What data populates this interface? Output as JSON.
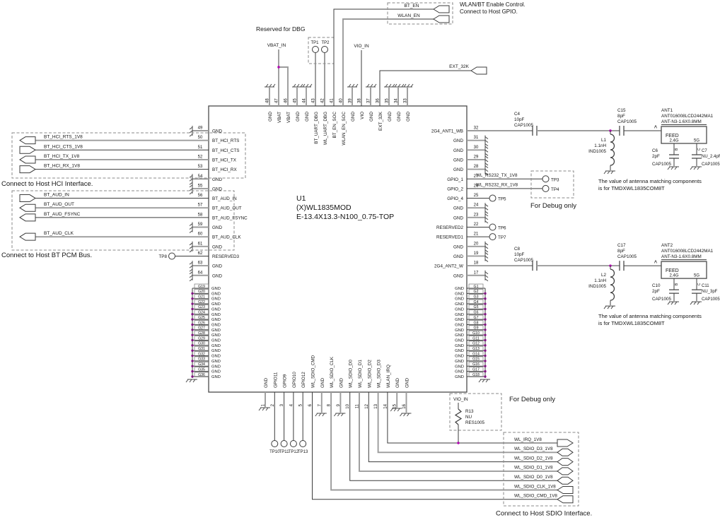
{
  "chip": {
    "refdes": "U1",
    "part": "(X)WL1835MOD",
    "footprint": "E-13.4X13.3-N100_0.75-TOP",
    "top_pins": [
      {
        "n": "48",
        "label": "GND"
      },
      {
        "n": "47",
        "label": "VBAT"
      },
      {
        "n": "46",
        "label": "VBAT"
      },
      {
        "n": "45",
        "label": "GND"
      },
      {
        "n": "44",
        "label": "GND"
      },
      {
        "n": "43",
        "label": "BT_UART_DBG"
      },
      {
        "n": "42",
        "label": "WL_UART_DBG"
      },
      {
        "n": "41",
        "label": "BT_EN_SOC"
      },
      {
        "n": "40",
        "label": "WLAN_EN_SOC"
      },
      {
        "n": "39",
        "label": "GND"
      },
      {
        "n": "38",
        "label": "VIO"
      },
      {
        "n": "37",
        "label": "GND"
      },
      {
        "n": "36",
        "label": "EXT_32K"
      },
      {
        "n": "35",
        "label": "GND"
      },
      {
        "n": "34",
        "label": "GND"
      },
      {
        "n": "33",
        "label": "GND"
      }
    ],
    "left_pins": [
      {
        "n": "49",
        "label": "GND"
      },
      {
        "n": "50",
        "label": "BT_HCI_RTS"
      },
      {
        "n": "51",
        "label": "BT_HCI_CTS"
      },
      {
        "n": "52",
        "label": "BT_HCI_TX"
      },
      {
        "n": "53",
        "label": "BT_HCI_RX"
      },
      {
        "n": "54",
        "label": "GND"
      },
      {
        "n": "55",
        "label": "GND"
      },
      {
        "n": "56",
        "label": "BT_AUD_IN"
      },
      {
        "n": "57",
        "label": "BT_AUD_OUT"
      },
      {
        "n": "58",
        "label": "BT_AUD_FSYNC"
      },
      {
        "n": "59",
        "label": "GND"
      },
      {
        "n": "60",
        "label": "BT_AUD_CLK"
      },
      {
        "n": "61",
        "label": "GND"
      },
      {
        "n": "62",
        "label": "RESERVED3"
      },
      {
        "n": "63",
        "label": "GND"
      },
      {
        "n": "64",
        "label": "GND"
      }
    ],
    "right_pins": [
      {
        "n": "32",
        "label": "2G4_ANT1_WB"
      },
      {
        "n": "31",
        "label": "GND"
      },
      {
        "n": "30",
        "label": "GND"
      },
      {
        "n": "29",
        "label": "GND"
      },
      {
        "n": "28",
        "label": "GND"
      },
      {
        "n": "27",
        "label": "GPIO_1"
      },
      {
        "n": "26",
        "label": "GPIO_2"
      },
      {
        "n": "25",
        "label": "GPIO_4"
      },
      {
        "n": "24",
        "label": "GND"
      },
      {
        "n": "23",
        "label": "GND"
      },
      {
        "n": "22",
        "label": "RESERVED2"
      },
      {
        "n": "21",
        "label": "RESERVED1"
      },
      {
        "n": "20",
        "label": "GND"
      },
      {
        "n": "19",
        "label": "GND"
      },
      {
        "n": "18",
        "label": "2G4_ANT2_W"
      },
      {
        "n": "17",
        "label": "GND"
      }
    ],
    "bottom_pins": [
      {
        "n": "1",
        "label": "GND"
      },
      {
        "n": "2",
        "label": "GPIO11"
      },
      {
        "n": "3",
        "label": "GPIO9"
      },
      {
        "n": "4",
        "label": "GPIO10"
      },
      {
        "n": "5",
        "label": "GPIO12"
      },
      {
        "n": "6",
        "label": "WL_SDIO_CMD"
      },
      {
        "n": "7",
        "label": "GND"
      },
      {
        "n": "8",
        "label": "WL_SDIO_CLK"
      },
      {
        "n": "9",
        "label": "GND"
      },
      {
        "n": "10",
        "label": "WL_SDIO_D0"
      },
      {
        "n": "11",
        "label": "WL_SDIO_D1"
      },
      {
        "n": "12",
        "label": "WL_SDIO_D2"
      },
      {
        "n": "13",
        "label": "WL_SDIO_D3"
      },
      {
        "n": "14",
        "label": "WLAN_IRQ"
      },
      {
        "n": "15",
        "label": "GND"
      },
      {
        "n": "16",
        "label": "GND"
      }
    ],
    "left_gnd_block": {
      "label": "GND",
      "pins": [
        "G19",
        "G20",
        "G21",
        "G22",
        "G23",
        "G24",
        "G25",
        "G26",
        "G27",
        "G28",
        "G29",
        "G30",
        "G31",
        "G32",
        "G33",
        "G34",
        "G35",
        "G36"
      ]
    },
    "right_gnd_block": {
      "label": "GND",
      "pins": [
        "G1",
        "G2",
        "G3",
        "G4",
        "G5",
        "G6",
        "G7",
        "G8",
        "G9",
        "G10",
        "G11",
        "G12",
        "G13",
        "G14",
        "G15",
        "G16",
        "G17",
        "G18"
      ]
    }
  },
  "power": {
    "vbat_in": "VBAT_IN",
    "vio_in_top": "VIO_IN",
    "vio_in_bottom": "VIO_IN"
  },
  "ports": {
    "bt_en": "BT_EN",
    "wlan_en": "WLAN_EN",
    "ext_32k": "EXT_32K",
    "rs232_tx": "WL_RS232_TX_1V8",
    "rs232_rx": "WL_RS232_RX_1V8",
    "hci": [
      {
        "label": "BT_HCI_RTS_1V8",
        "dir": "out"
      },
      {
        "label": "BT_HCI_CTS_1V8",
        "dir": "in"
      },
      {
        "label": "BT_HCI_TX_1V8",
        "dir": "out"
      },
      {
        "label": "BT_HCI_RX_1V8",
        "dir": "in"
      }
    ],
    "pcm": [
      {
        "label": "BT_AUD_IN",
        "dir": "in"
      },
      {
        "label": "BT_AUD_OUT",
        "dir": "out"
      },
      {
        "label": "BT_AUD_FSYNC",
        "dir": "out"
      },
      {
        "label": "BT_AUD_CLK",
        "dir": "out"
      }
    ],
    "sdio": [
      {
        "label": "WL_IRQ_1V8",
        "dir": "out"
      },
      {
        "label": "WL_SDIO_D3_1V8",
        "dir": "bidir"
      },
      {
        "label": "WL_SDIO_D2_1V8",
        "dir": "bidir"
      },
      {
        "label": "WL_SDIO_D1_1V8",
        "dir": "bidir"
      },
      {
        "label": "WL_SDIO_D0_1V8",
        "dir": "bidir"
      },
      {
        "label": "WL_SDIO_CLK_1V8",
        "dir": "in"
      },
      {
        "label": "WL_SDIO_CMD_1V8",
        "dir": "in"
      }
    ]
  },
  "testpoints": {
    "tp1": "TP1",
    "tp2": "TP2",
    "tp3": "TP3",
    "tp4": "TP4",
    "tp5": "TP5",
    "tp6": "TP6",
    "tp7": "TP7",
    "tp8": "TP8",
    "tp10": "TP10",
    "tp11": "TP11",
    "tp12": "TP12",
    "tp13": "TP13"
  },
  "components": {
    "c4": {
      "ref": "C4",
      "value": "10pF",
      "pkg": "CAP1005"
    },
    "c8": {
      "ref": "C8",
      "value": "10pF",
      "pkg": "CAP1005"
    },
    "c15": {
      "ref": "C15",
      "value": "8pF",
      "pkg": "CAP1005"
    },
    "c17": {
      "ref": "C17",
      "value": "8pF",
      "pkg": "CAP1005"
    },
    "c6": {
      "ref": "C6",
      "value": "2pF",
      "pkg": "CAP1005"
    },
    "c7": {
      "ref": "C7",
      "value": "NU_2.4pF",
      "pkg": "CAP1005"
    },
    "c10": {
      "ref": "C10",
      "value": "2pF",
      "pkg": "CAP1005"
    },
    "c11": {
      "ref": "C11",
      "value": "NU_3pF",
      "pkg": "CAP1005"
    },
    "l1": {
      "ref": "L1",
      "value": "1.1nH",
      "pkg": "IND1005"
    },
    "l2": {
      "ref": "L2",
      "value": "1.1nH",
      "pkg": "IND1005"
    },
    "r13": {
      "ref": "R13",
      "value": "NU",
      "pkg": "RES1005"
    },
    "ant1": {
      "ref": "ANT1",
      "part": "ANT016008LCD2442MA1",
      "pkg": "ANT-N3-1.6X0.8MM",
      "feed": "FEED",
      "band1": "2.4G",
      "band2": "5G",
      "pin_a": "A",
      "pin_b": "B",
      "pin_c": "C"
    },
    "ant2": {
      "ref": "ANT2",
      "part": "ANT016008LCD2442MA1",
      "pkg": "ANT-N3-1.6X0.8MM",
      "feed": "FEED",
      "band1": "2.4G",
      "band2": "5G",
      "pin_a": "A",
      "pin_b": "B",
      "pin_c": "C"
    }
  },
  "annotations": {
    "enable_note1": "WLAN/BT Enable Control.",
    "enable_note2": "Connect to Host GPIO.",
    "reserved_dbg": "Reserved for DBG",
    "hci_caption": "Connect to Host HCI Interface.",
    "pcm_caption": "Connect to Host BT PCM Bus.",
    "sdio_caption": "Connect to Host SDIO Interface.",
    "debug_only_right": "For Debug only",
    "debug_only_bottom": "For Debug only",
    "ant_note1": "The value of antenna matching components",
    "ant_note2": "is for TMDXWL1835COM8T"
  }
}
